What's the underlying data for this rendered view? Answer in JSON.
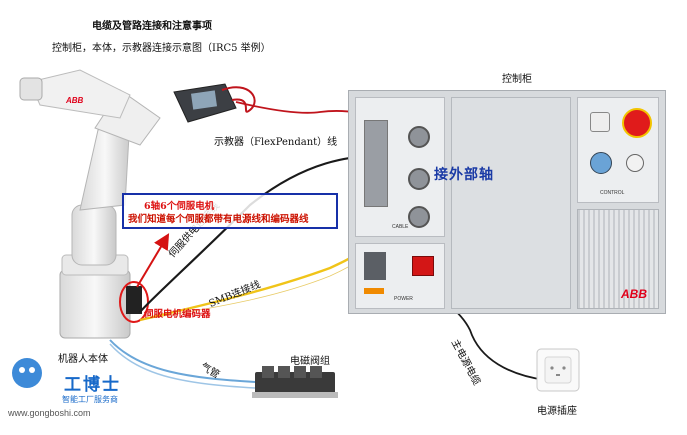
{
  "header": {
    "title": "电缆及管路连接和注意事项",
    "subtitle": "控制柜，本体，示教器连接示意图（IRC5 举例）"
  },
  "labels": {
    "cabinet": "控制柜",
    "teach_pendant": "示教器（FlexPendant）线",
    "external_axis": "接外部轴",
    "servo_power_cable": "伺服供电连接线",
    "smb_cable": "SMB连接线",
    "servo_encoder": "伺服电机编码器",
    "robot_body": "机器人本体",
    "air_pipe": "气管",
    "solenoid_valve": "电磁阀组",
    "main_power_cable": "主电源电缆",
    "power_socket": "电源插座"
  },
  "callout": {
    "line1": "6轴6个伺服电机",
    "line2": "我们知道每个伺服都带有电源线和编码器线"
  },
  "cabinet_panel": {
    "cable_tag": "CABLE",
    "power_tag": "POWER",
    "control_tag": "CONTROL",
    "brand": "ABB"
  },
  "robot_brand": "ABB",
  "watermark": {
    "name": "工博士",
    "tagline": "智能工厂服务商",
    "url": "www.gongboshi.com"
  },
  "colors": {
    "callout_border": "#1730a8",
    "callout_text": "#d11111",
    "external_axis_text": "#1a3aa5",
    "abb_red": "#e0001a",
    "cable_black": "#1a1a1a",
    "cable_yellow": "#f0c419",
    "cable_blue": "#6aa6d8",
    "arrow_red": "#d51313"
  }
}
